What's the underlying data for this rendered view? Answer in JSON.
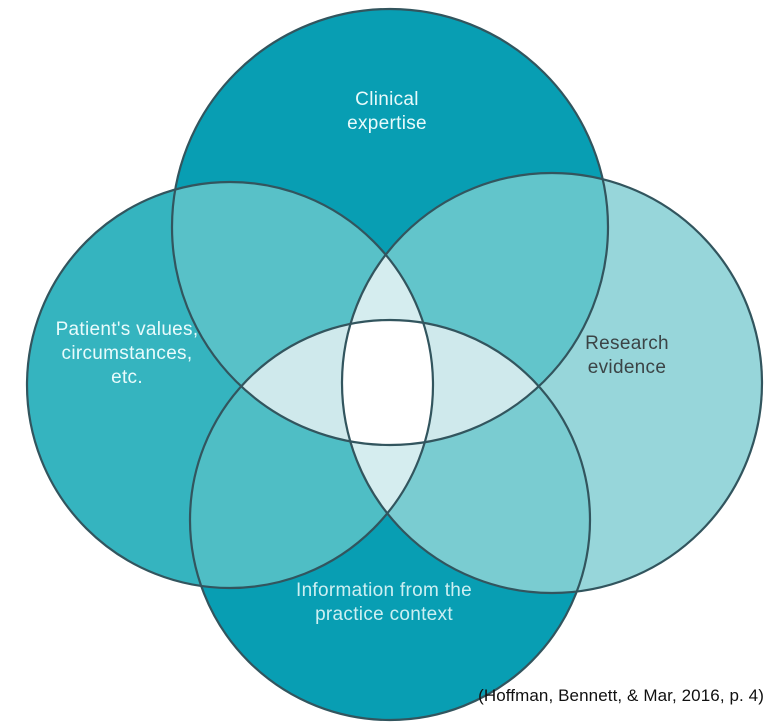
{
  "diagram": {
    "background": "#ffffff",
    "outline_color": "#32555e",
    "circles": [
      {
        "id": "clinical-expertise",
        "label": "Clinical\nexpertise",
        "fill": "#089eb3",
        "label_color": "#e8fafb"
      },
      {
        "id": "patients-values",
        "label": "Patient's values,\ncircumstances,\netc.",
        "fill": "#35b4bf",
        "label_color": "#e9fbfc"
      },
      {
        "id": "research-evidence",
        "label": "Research\nevidence",
        "fill": "#97d6da",
        "label_color": "#3b4446"
      },
      {
        "id": "information-practice",
        "label": "Information from the\npractice context",
        "fill": "#089eb3",
        "label_color": "#cdeff2"
      }
    ],
    "overlap_colors": {
      "top_left": "#58c1c8",
      "top_right": "#62c5cb",
      "bottom_left": "#4fbec5",
      "bottom_right": "#7accd1",
      "clinical_practice_lens": "#cfe9ec",
      "patient_research_lens": "#d5edef",
      "center": "#ffffff"
    },
    "citation": "(Hoffman, Bennett, & Mar, 2016, p. 4)"
  }
}
